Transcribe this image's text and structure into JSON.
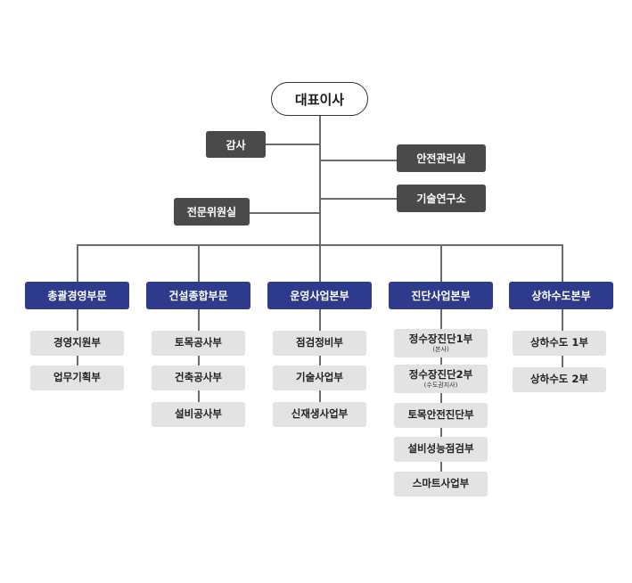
{
  "ceo": {
    "label": "대표이사"
  },
  "staff": {
    "audit": "감사",
    "safety": "안전관리실",
    "research": "기술연구소",
    "experts": "전문위원실"
  },
  "divisions": [
    {
      "label": "총괄경영부문",
      "depts": [
        {
          "label": "경영지원부"
        },
        {
          "label": "업무기획부"
        }
      ]
    },
    {
      "label": "건설종합부문",
      "depts": [
        {
          "label": "토목공사부"
        },
        {
          "label": "건축공사부"
        },
        {
          "label": "설비공사부"
        }
      ]
    },
    {
      "label": "운영사업본부",
      "depts": [
        {
          "label": "점검정비부"
        },
        {
          "label": "기술사업부"
        },
        {
          "label": "신재생사업부"
        }
      ]
    },
    {
      "label": "진단사업본부",
      "depts": [
        {
          "label": "정수장진단1부",
          "sub": "(본사)"
        },
        {
          "label": "정수장진단2부",
          "sub": "(수도권지사)"
        },
        {
          "label": "토목안전진단부"
        },
        {
          "label": "설비성능점검부"
        },
        {
          "label": "스마트사업부"
        }
      ]
    },
    {
      "label": "상하수도본부",
      "depts": [
        {
          "label": "상하수도 1부"
        },
        {
          "label": "상하수도 2부"
        }
      ]
    }
  ],
  "colors": {
    "division": "#2e3a8c",
    "staff": "#4a4a4a",
    "dept": "#e3e3e3",
    "line": "#6b6b6b"
  }
}
